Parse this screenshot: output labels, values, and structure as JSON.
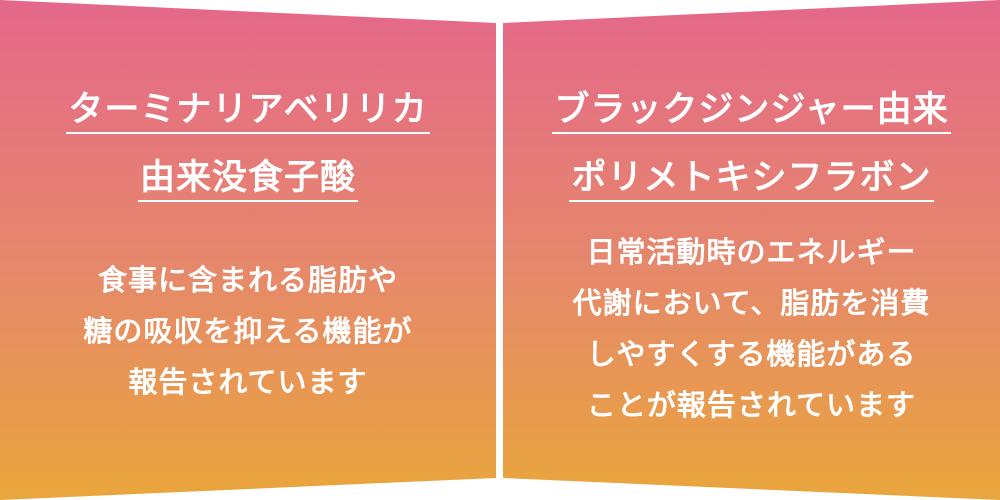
{
  "colors": {
    "gradient_top": "#E4678A",
    "gradient_middle": "#E6866E",
    "gradient_bottom": "#E9A63C",
    "text": "#FFFFFF",
    "background": "#FFFFFF"
  },
  "panels": [
    {
      "title_lines": [
        "ターミナリアベリリカ",
        "由来没食子酸"
      ],
      "description_lines": [
        "食事に含まれる脂肪や",
        "糖の吸収を抑える機能が",
        "報告されています"
      ]
    },
    {
      "title_lines": [
        "ブラックジンジャー由来",
        "ポリメトキシフラボン"
      ],
      "description_lines": [
        "日常活動時のエネルギー",
        "代謝において、脂肪を消費",
        "しやすくする機能がある",
        "ことが報告されています"
      ]
    }
  ]
}
